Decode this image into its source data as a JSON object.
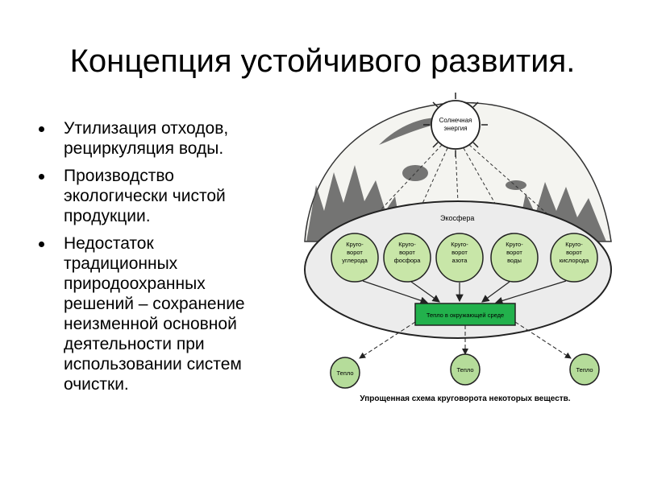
{
  "title": "Концепция устойчивого развития.",
  "bullets": [
    {
      "lines": [
        "Утилизация отходов,",
        "рециркуляция воды."
      ]
    },
    {
      "lines": [
        "Производство",
        "экологически чистой",
        "продукции."
      ]
    },
    {
      "lines": [
        "Недостаток",
        "традиционных",
        "природоохранных",
        "решений – сохранение",
        "неизменной основной",
        "деятельности при",
        "использовании систем",
        "очистки."
      ]
    }
  ],
  "diagram": {
    "sun": {
      "lines": [
        "Солнечная",
        "энергия"
      ]
    },
    "ecosphere": "Экосфера",
    "cycles": [
      {
        "lines": [
          "Круго-",
          "ворот",
          "углерода"
        ]
      },
      {
        "lines": [
          "Круго-",
          "ворот",
          "фосфора"
        ]
      },
      {
        "lines": [
          "Круго-",
          "ворот",
          "азота"
        ]
      },
      {
        "lines": [
          "Круго-",
          "ворот",
          "воды"
        ]
      },
      {
        "lines": [
          "Круго-",
          "ворот",
          "кислорода"
        ]
      }
    ],
    "heat_box": "Тепло в окружающей среде",
    "heat_outputs": [
      "Тепло",
      "Тепло",
      "Тепло"
    ],
    "caption": "Упрощенная схема круговорота некоторых веществ.",
    "colors": {
      "cycle_fill": "#c8e6a8",
      "heat_box": "#22b14c",
      "heat_fill": "#b5dc9a"
    }
  }
}
